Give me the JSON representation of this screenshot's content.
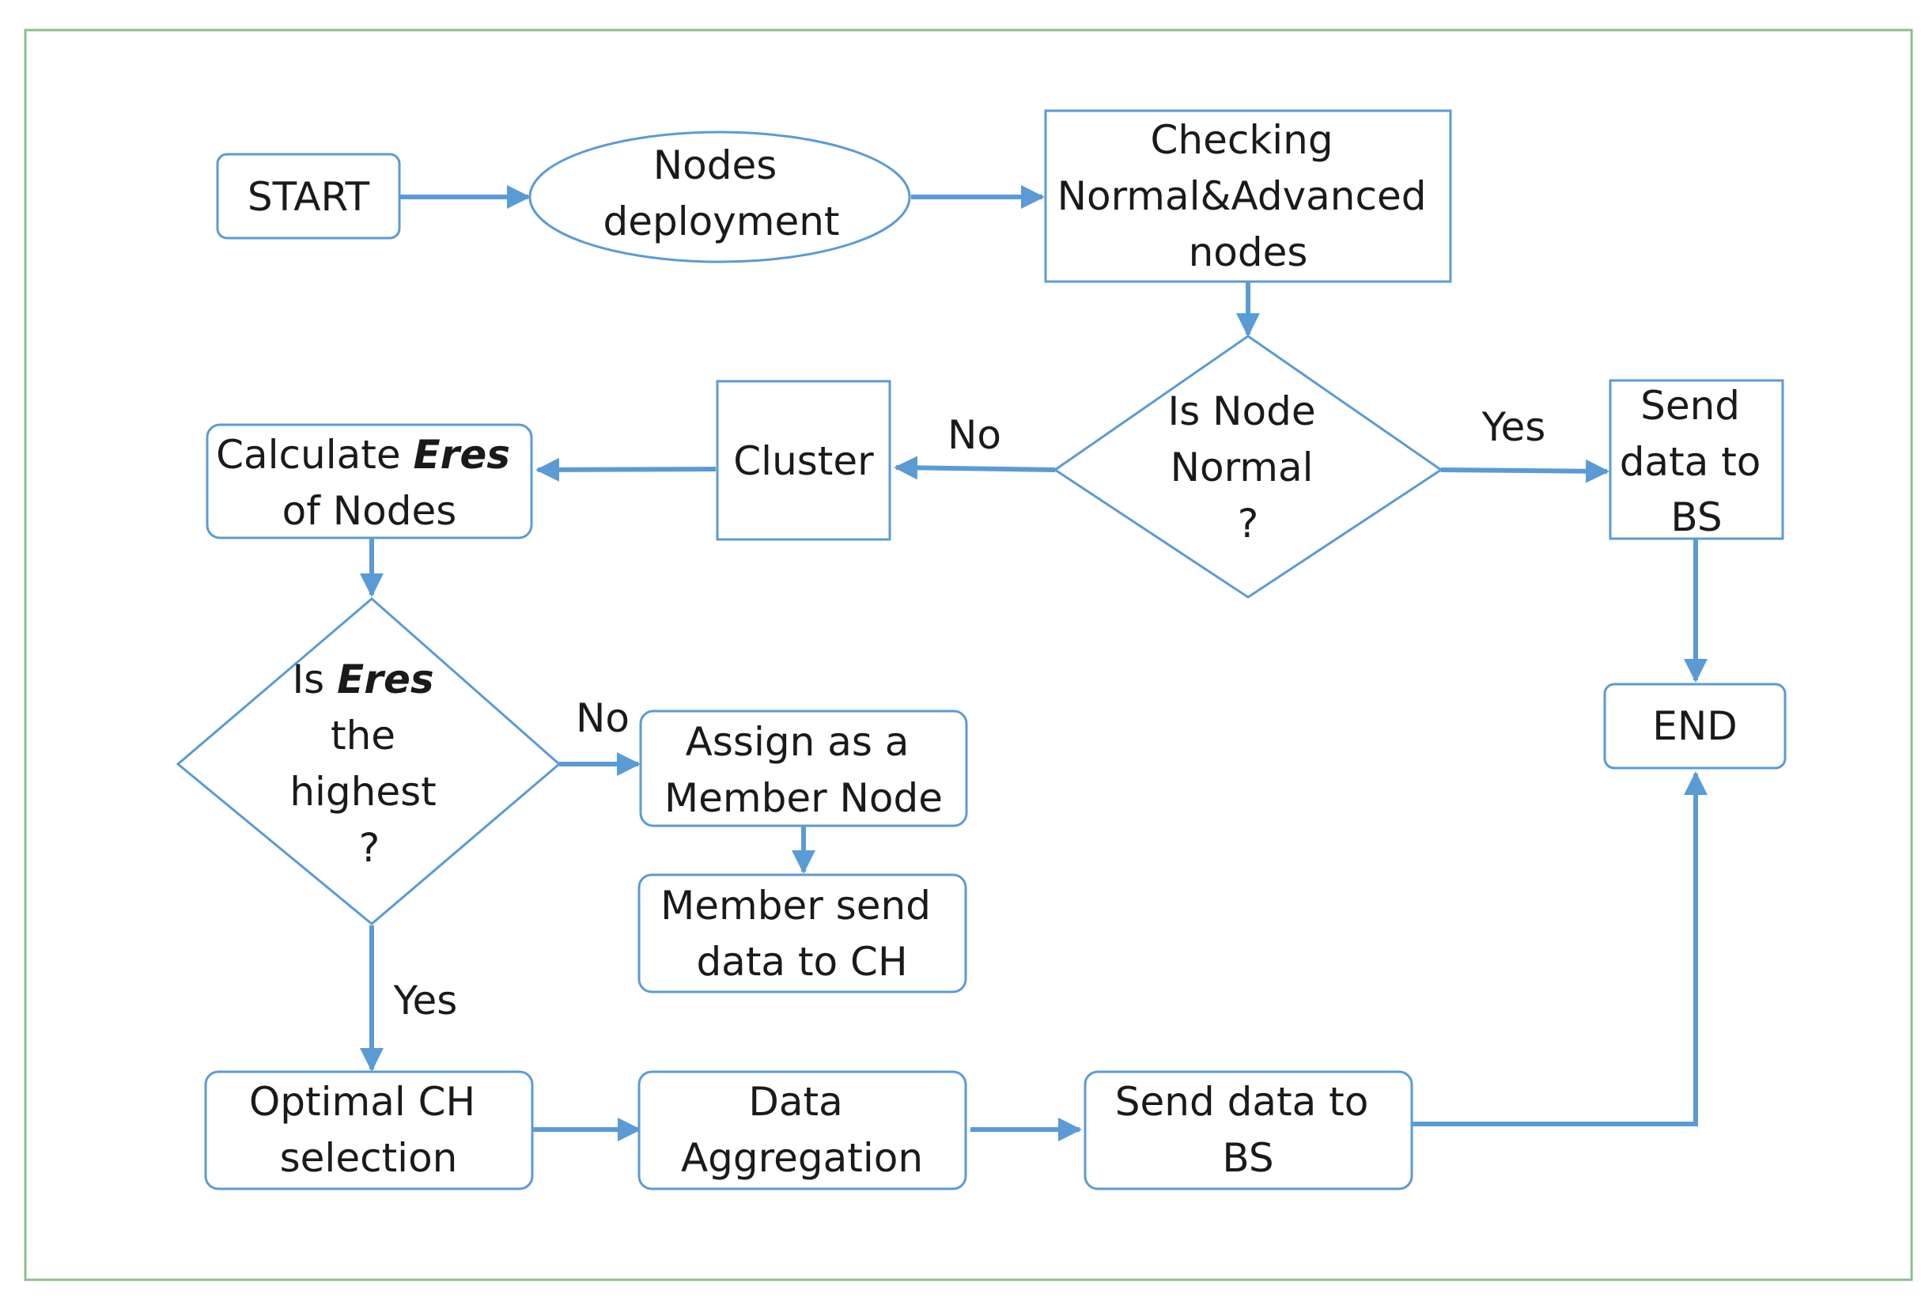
{
  "colors": {
    "accent": "#5b9bd5",
    "frame": "#8cc08c",
    "text": "#1a1a1a",
    "background": "#ffffff"
  },
  "nodes": {
    "start": {
      "label": "START"
    },
    "deploy": {
      "lines": [
        "Nodes",
        "deployment"
      ]
    },
    "check": {
      "lines": [
        "Checking",
        "Normal&Advanced",
        "nodes"
      ]
    },
    "is_normal": {
      "lines": [
        "Is Node",
        "Normal",
        "?"
      ]
    },
    "send_bs_direct": {
      "lines": [
        "Send",
        "data to",
        "BS"
      ]
    },
    "cluster": {
      "label": "Cluster"
    },
    "calc_eres": {
      "line1_prefix": "Calculate ",
      "line1_emphasis": "Eres",
      "line2": "of Nodes"
    },
    "is_highest": {
      "line1_prefix": "Is ",
      "line1_emphasis": "Eres",
      "lines_rest": [
        "the",
        "highest",
        "?"
      ]
    },
    "assign_member": {
      "lines": [
        "Assign as a",
        "Member Node"
      ]
    },
    "member_send": {
      "lines": [
        "Member send",
        "data to CH"
      ]
    },
    "optimal_ch": {
      "lines": [
        "Optimal CH",
        "selection"
      ]
    },
    "aggregation": {
      "lines": [
        "Data",
        "Aggregation"
      ]
    },
    "send_bs_ch": {
      "lines": [
        "Send data to",
        "BS"
      ]
    },
    "end": {
      "label": "END"
    }
  },
  "edge_labels": {
    "normal_no": "No",
    "normal_yes": "Yes",
    "highest_no": "No",
    "highest_yes": "Yes"
  }
}
